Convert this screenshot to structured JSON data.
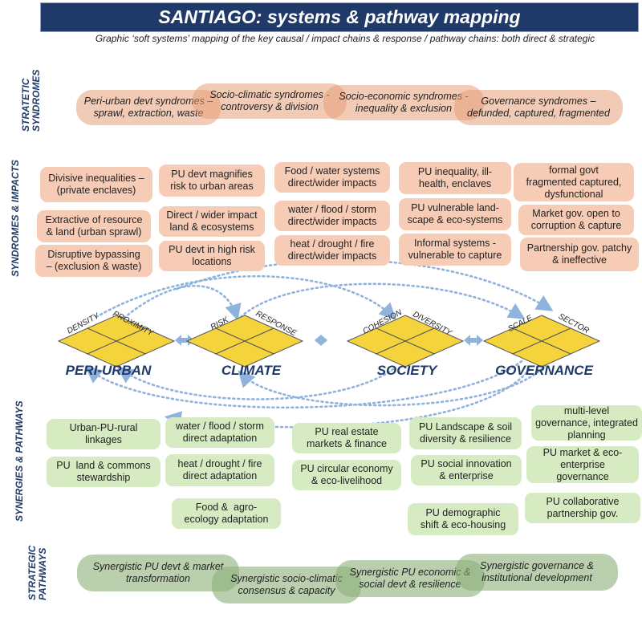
{
  "title": "SANTIAGO: systems & pathway mapping",
  "subtitle": "Graphic ‘soft systems’ mapping of the key causal / impact chains & response / pathway chains:  both direct & strategic",
  "side_labels": {
    "strategic_syndromes": "STRATETIC\nSYNDROMES",
    "syndromes_impacts": "SYNDROMES & IMPACTS",
    "synergies_pathways": "SYNERGIES  & PATHWAYS",
    "strategic_pathways": "STRATEGIC\nPATHWAYS"
  },
  "strategic_syndromes": [
    "Peri-urban devt syndromes –\nsprawl, extraction, waste",
    "Socio-climatic syndromes -\ncontroversy & division",
    "Socio-economic syndromes -\ninequality & exclusion",
    "Governance syndromes –\ndefunded, captured, fragmented"
  ],
  "impacts": {
    "peri_urban": [
      "Divisive inequalities –\n(private enclaves)",
      "Extractive of resource\n& land (urban sprawl)",
      "Disruptive bypassing\n– (exclusion & waste)"
    ],
    "climate_a": [
      "PU devt magnifies\nrisk to urban areas",
      "Direct / wider impact\nland & ecosystems",
      "PU devt in high risk\nlocations"
    ],
    "climate_b": [
      "Food / water systems\ndirect/wider impacts",
      "water / flood / storm\ndirect/wider impacts",
      "heat / drought / fire\ndirect/wider impacts"
    ],
    "society": [
      "PU inequality, ill-\nhealth, enclaves",
      "PU vulnerable land-\nscape & eco-systems",
      "Informal systems -\nvulnerable to capture"
    ],
    "governance": [
      "formal govt\nfragmented captured,\ndysfunctional",
      "Market gov. open to\ncorruption & capture",
      "Partnership gov. patchy\n& ineffective"
    ]
  },
  "nodes": [
    {
      "name": "PERI-URBAN",
      "left": "DENSITY",
      "right": "PROXIMITY"
    },
    {
      "name": "CLIMATE",
      "left": "RISK",
      "right": "RESPONSE"
    },
    {
      "name": "SOCIETY",
      "left": "COHESION",
      "right": "DIVERSITY"
    },
    {
      "name": "GOVERNANCE",
      "left": "SCALE",
      "right": "SECTOR"
    }
  ],
  "synergies": {
    "peri_urban": [
      "Urban-PU-rural\nlinkages",
      "PU  land & commons\nstewardship"
    ],
    "climate": [
      "water / flood / storm\ndirect adaptation",
      "heat / drought / fire\ndirect adaptation",
      "Food &  agro-\necology adaptation"
    ],
    "economy": [
      "PU real estate\nmarkets & finance",
      "PU circular economy\n& eco-livelihood"
    ],
    "society": [
      "PU Landscape & soil\ndiversity & resilience",
      "PU social innovation\n& enterprise",
      "PU demographic\nshift & eco-housing"
    ],
    "governance": [
      "multi-level\ngovernance, integrated\nplanning",
      "PU market & eco-\nenterprise\ngovernance",
      "PU collaborative\npartnership gov."
    ]
  },
  "strategic_pathways": [
    "Synergistic PU devt & market\ntransformation",
    "Synergistic socio-climatic\nconsensus & capacity",
    "Synergistic PU economic &\nsocial devt & resilience",
    "Synergistic governance &\ninstitutional development"
  ],
  "colors": {
    "navy": "#1f3a68",
    "impact_box": "#f7ccb6",
    "synergy_box": "#d6ebc1",
    "diamond_fill": "#f5d33c",
    "arrow_blue": "#8fb3dc"
  }
}
